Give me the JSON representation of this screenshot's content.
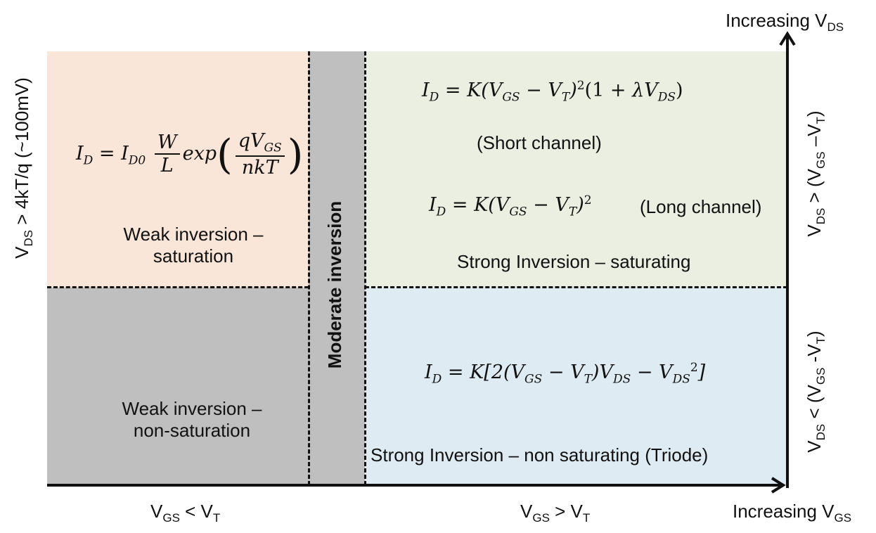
{
  "colors": {
    "weak_sat": "#f9e6d8",
    "weak_nonsat": "#bfbfbf",
    "moderate": "#bfbfbf",
    "strong_sat": "#ebefe2",
    "strong_triode": "#deebf3",
    "axis": "#111111"
  },
  "axes": {
    "top_right_label": "Increasing V",
    "top_right_label_sub": "DS",
    "bottom_right_label": "Increasing V",
    "bottom_right_label_sub": "GS",
    "x_left": {
      "a": "V",
      "a_sub": "GS",
      "op": " < ",
      "b": "V",
      "b_sub": "T"
    },
    "x_right": {
      "a": "V",
      "a_sub": "GS",
      "op": " > ",
      "b": "V",
      "b_sub": "T"
    },
    "y_left": {
      "a": "V",
      "a_sub": "DS",
      "rest": " > 4kT/q (~100mV)"
    },
    "y_right_top": {
      "a": "V",
      "a_sub": "DS",
      "op": " > (V",
      "b_sub": "GS",
      "c": " –V",
      "c_sub": "T",
      "close": ")"
    },
    "y_right_bottom": {
      "a": "V",
      "a_sub": "DS",
      "op": " < (V",
      "b_sub": "GS",
      "c": " -V",
      "c_sub": "T",
      "close": ")"
    }
  },
  "regions": {
    "weak_sat": {
      "line1": "Weak inversion –",
      "line2": "saturation"
    },
    "weak_nonsat": {
      "line1": "Weak inversion –",
      "line2": "non-saturation"
    },
    "moderate": {
      "label": "Moderate inversion"
    },
    "strong_sat": {
      "short_note": "(Short channel)",
      "long_note": "(Long channel)",
      "label": "Strong Inversion – saturating"
    },
    "strong_triode": {
      "label": "Strong Inversion – non saturating (Triode)"
    }
  }
}
